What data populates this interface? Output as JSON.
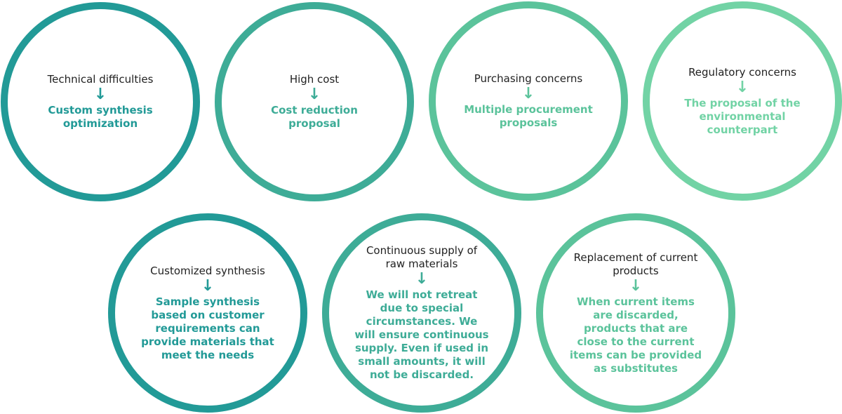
{
  "items": [
    {
      "title": "Technical difficulties",
      "arrow": "↓",
      "desc": "Custom synthesis optimization",
      "color": "#229a97"
    },
    {
      "title": "High cost",
      "arrow": "↓",
      "desc": "Cost reduction proposal",
      "color": "#3eac97"
    },
    {
      "title": "Purchasing concerns",
      "arrow": "↓",
      "desc": "Multiple procurement proposals",
      "color": "#5bc39b"
    },
    {
      "title": "Regulatory concerns",
      "arrow": "↓",
      "desc": "The proposal of the environmental counterpart",
      "color": "#72d3a5"
    },
    {
      "title": "Customized synthesis",
      "arrow": "↓",
      "desc": "Sample synthesis based on customer requirements can provide materials that meet the needs",
      "color": "#229a97"
    },
    {
      "title": "Continuous supply of raw materials",
      "arrow": "↓",
      "desc": "We will not retreat due to special circumstances. We will ensure continuous supply. Even if used in small amounts, it will not be discarded.",
      "color": "#3eac97"
    },
    {
      "title": "Replacement of current products",
      "arrow": "↓",
      "desc": "When current items are discarded, products that are close to the current items can be provided as substitutes",
      "color": "#5bc39b"
    }
  ]
}
